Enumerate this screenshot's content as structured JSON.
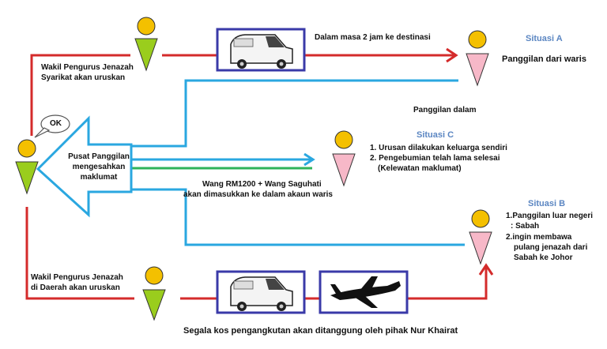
{
  "top": {
    "wakil": "Wakil Pengurus Jenazah",
    "wakil2": "Syarikat akan uruskan",
    "time": "Dalam masa 2 jam ke destinasi"
  },
  "situasi_a": {
    "title": "Situasi A",
    "desc": "Panggilan dari waris"
  },
  "panggilan_dalam": "Panggilan dalam",
  "ok": "OK",
  "pusat": [
    "Pusat Panggilan",
    "mengesahkan",
    "maklumat"
  ],
  "situasi_c": {
    "title": "Situasi C",
    "items": [
      "1. Urusan dilakukan keluarga sendiri",
      "2. Pengebumian telah lama selesai",
      "(Kelewatan maklumat)"
    ]
  },
  "wang": [
    "Wang RM1200 + Wang Saguhati",
    "akan dimasukkan ke dalam akaun waris"
  ],
  "situasi_b": {
    "title": "Situasi B",
    "items": [
      "1.Panggilan luar negeri",
      ": Sabah",
      "2.ingin membawa",
      "pulang jenazah dari",
      "Sabah ke Johor"
    ]
  },
  "bottom": {
    "wakil": "Wakil Pengurus Jenazah",
    "wakil2": "di Daerah akan uruskan",
    "footer": "Segala kos pengangkutan akan ditanggung oleh pihak Nur Khairat"
  },
  "colors": {
    "red": "#d42b2b",
    "blue": "#2aa7e0",
    "green": "#2fb35a",
    "head": "#f4c000",
    "body_green": "#9acd1d",
    "body_pink": "#f7b8c8",
    "box": "#3a3aa8"
  }
}
